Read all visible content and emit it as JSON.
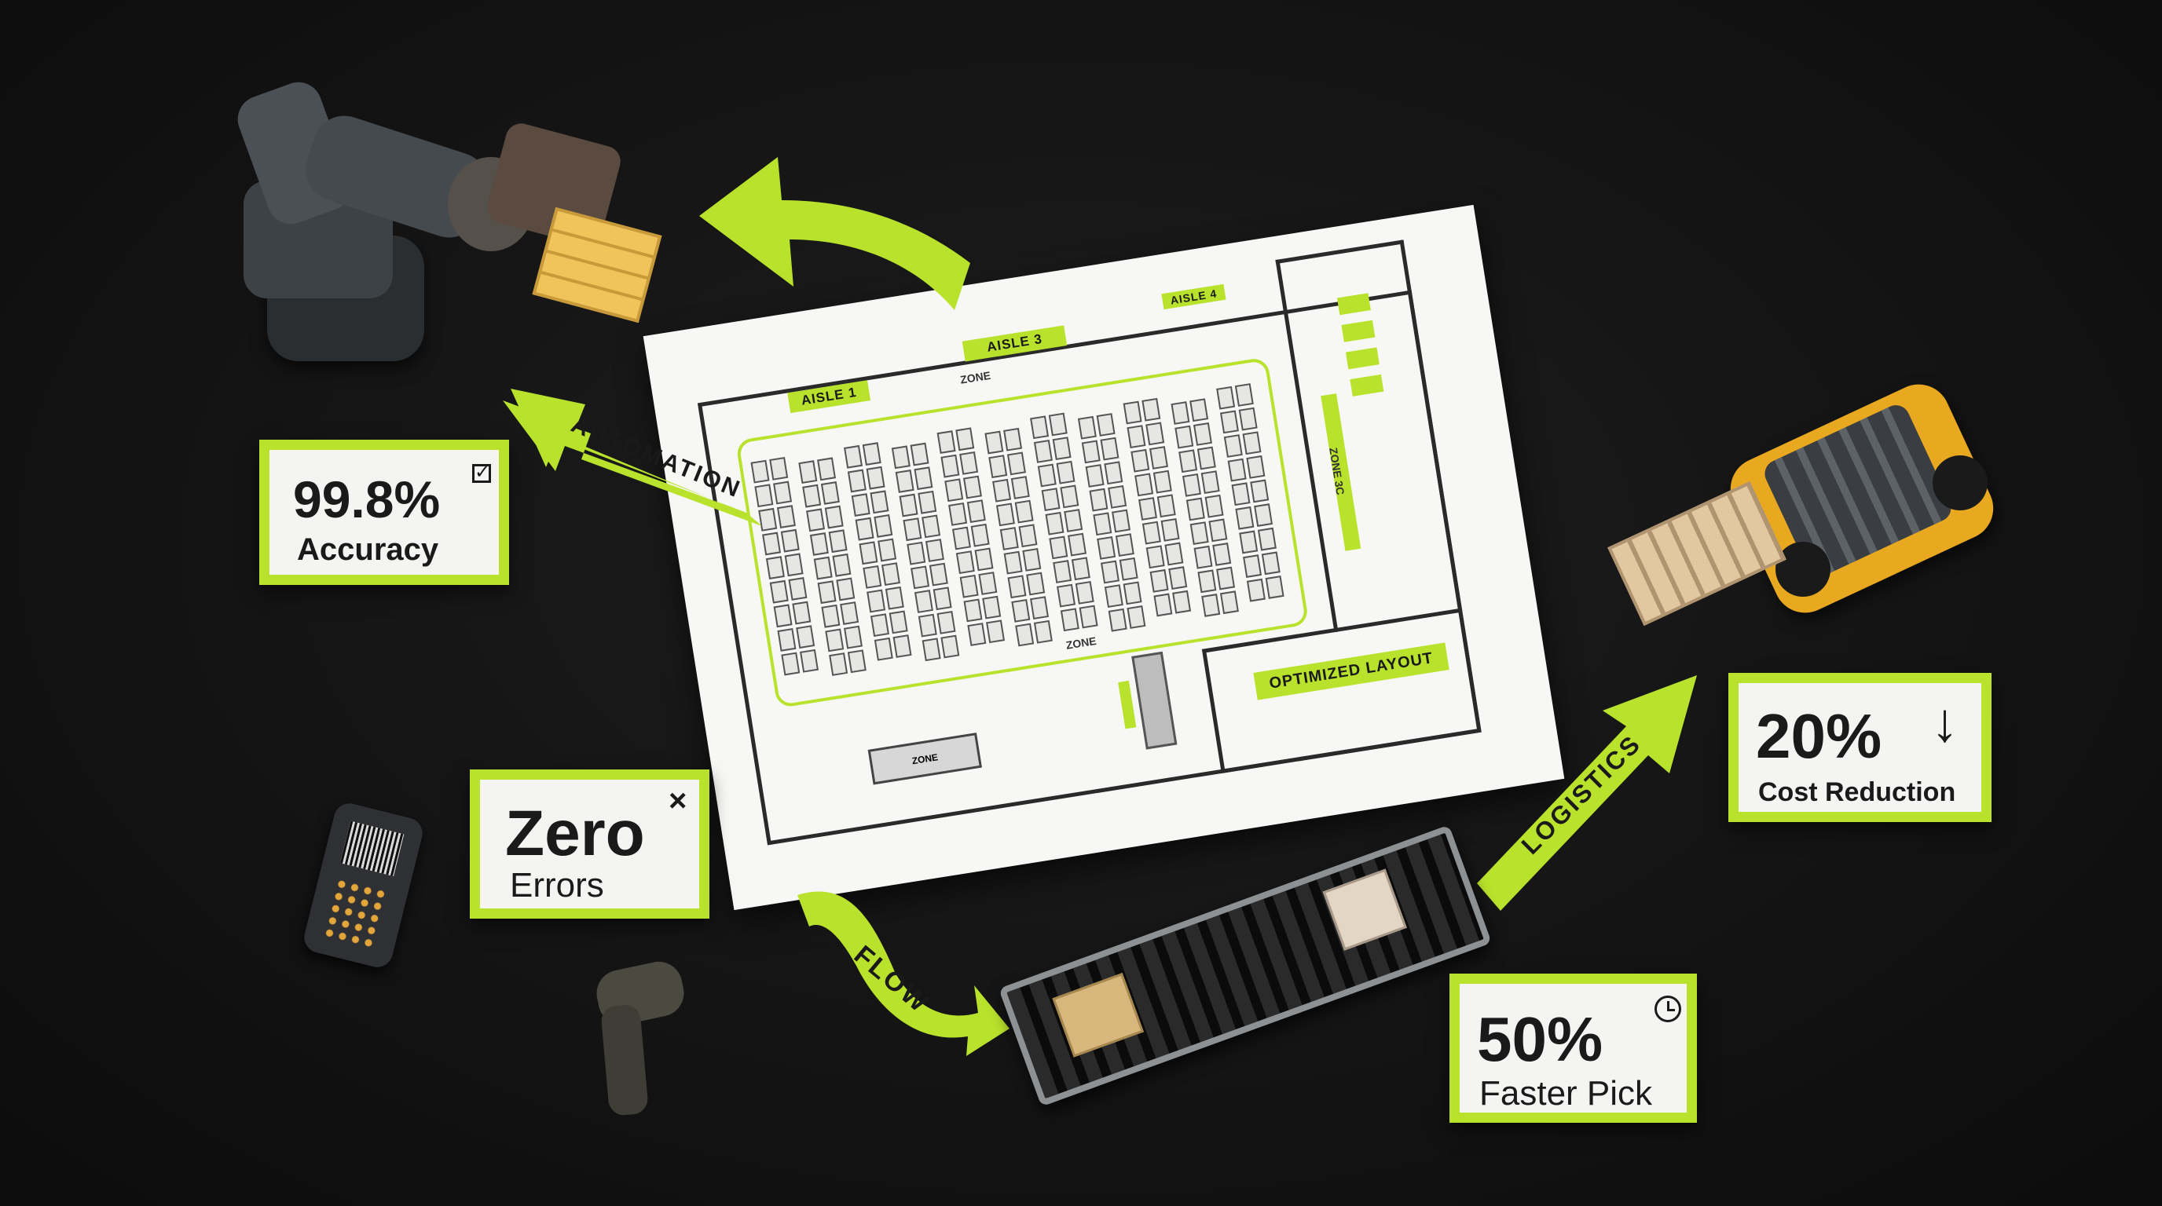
{
  "cards": {
    "accuracy": {
      "value": "99.8%",
      "label": "Accuracy",
      "icon": "checkbox-icon"
    },
    "errors": {
      "value": "Zero",
      "label": "Errors",
      "icon": "x-icon"
    },
    "cost": {
      "value": "20%",
      "label": "Cost Reduction",
      "icon": "down-arrow-icon"
    },
    "pick": {
      "value": "50%",
      "label": "Faster Pick",
      "icon": "clock-icon"
    }
  },
  "arrows": {
    "automation": "AUTOMATION",
    "logistics": "LOGISTICS",
    "flow": "FLOW"
  },
  "blueprint": {
    "aisle_1": "AISLE 1",
    "aisle_2": "AISLE 3",
    "aisle_3": "AISLE 4",
    "zone_top": "ZONE",
    "zone_mid": "ZONE",
    "zone_bottom": "ZONE",
    "zone_side": "ZONE 3C",
    "layout_label": "OPTIMIZED LAYOUT"
  },
  "colors": {
    "accent": "#b9e22c",
    "background": "#121212",
    "paper": "#f7f7f5"
  }
}
